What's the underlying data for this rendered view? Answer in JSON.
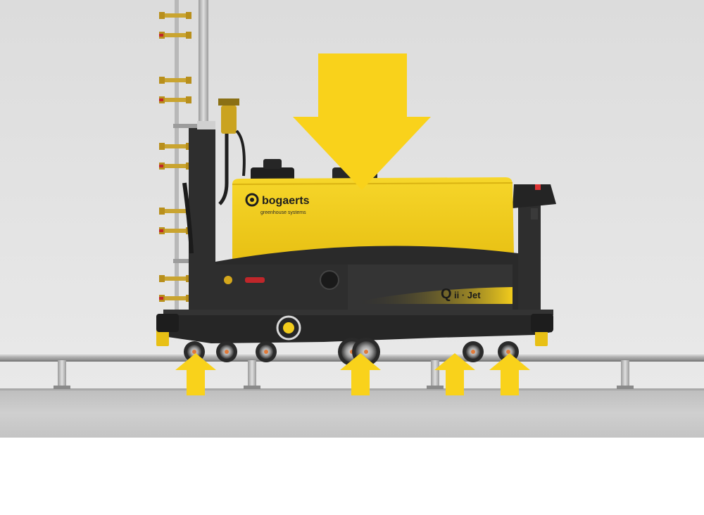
{
  "product": {
    "brand": "bogaerts",
    "tagline": "greenhouse systems",
    "model_q": "Q",
    "model_rest": "ii · Jet"
  },
  "colors": {
    "accent_yellow": "#f9d21b",
    "machine_yellow": "#f2cc1c",
    "body_black": "#2b2b2b",
    "floor_gray": "#c9c9c9",
    "wall_gray": "#e4e4e4"
  },
  "icons": {
    "load_arrow": "arrow-down-icon",
    "support_arrow": "arrow-up-icon",
    "brand_logo": "bogaerts-logo-icon"
  },
  "load_indicators": {
    "downward_count": 1,
    "upward_count": 4
  }
}
